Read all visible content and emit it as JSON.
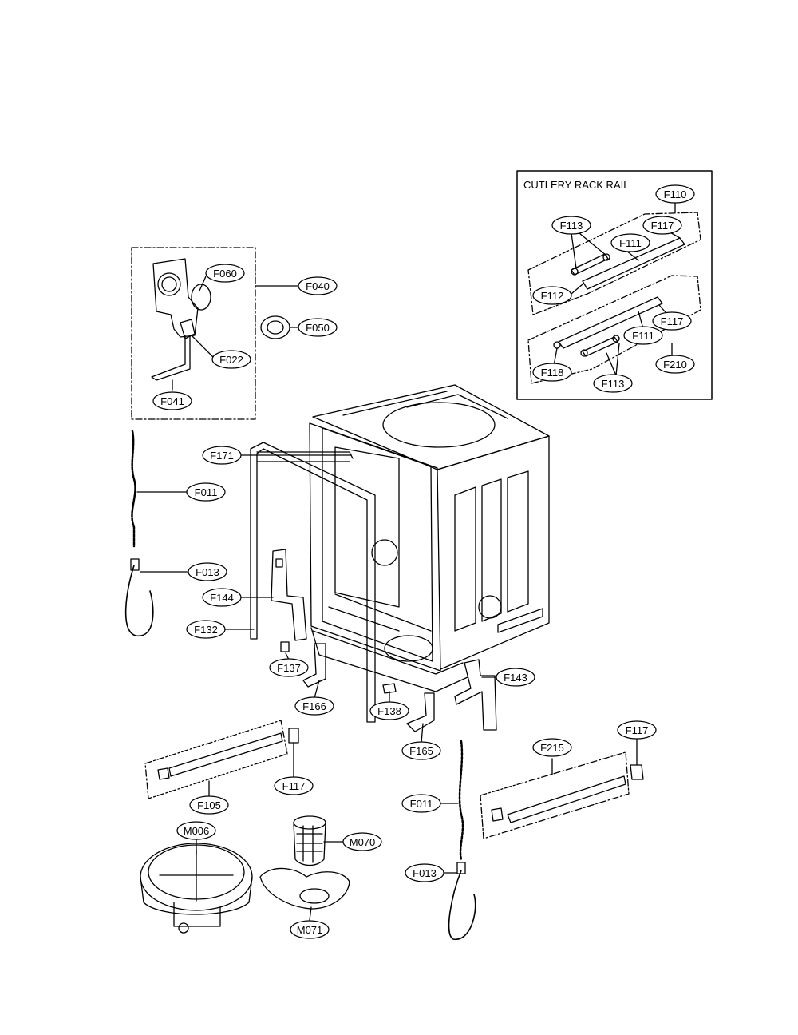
{
  "inset": {
    "title": "CUTLERY RACK RAIL"
  },
  "callouts": {
    "F110": "F110",
    "F113_a": "F113",
    "F117_a": "F117",
    "F111_a": "F111",
    "F112": "F112",
    "F117_b": "F117",
    "F111_b": "F111",
    "F210": "F210",
    "F118": "F118",
    "F113_b": "F113",
    "F060": "F060",
    "F040": "F040",
    "F050": "F050",
    "F022": "F022",
    "F041": "F041",
    "F171": "F171",
    "F011_a": "F011",
    "F013_a": "F013",
    "F144": "F144",
    "F132": "F132",
    "F137": "F137",
    "F143": "F143",
    "F166": "F166",
    "F138": "F138",
    "F165": "F165",
    "F117_c": "F117",
    "F215": "F215",
    "F117_d": "F117",
    "F105": "F105",
    "F011_b": "F011",
    "M006": "M006",
    "M070": "M070",
    "F013_b": "F013",
    "M071": "M071"
  }
}
